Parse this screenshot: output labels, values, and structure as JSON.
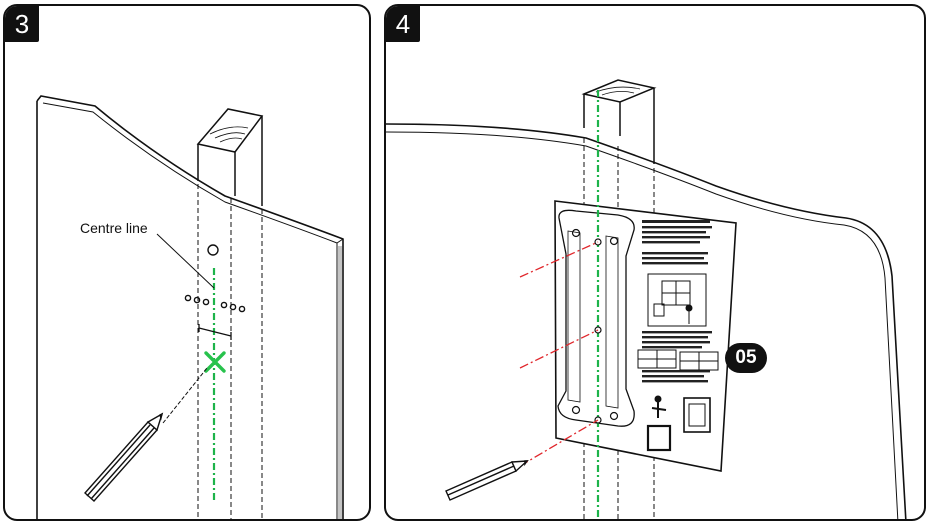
{
  "panels": [
    {
      "step": "3",
      "label": "Centre line"
    },
    {
      "step": "4",
      "badge": "05"
    }
  ],
  "colors": {
    "centre_line": "#1db34a",
    "mark_x": "#27c24c",
    "guide_lines": "#e0262b",
    "outline": "#111111"
  },
  "icons": [
    "pencil-icon",
    "cross-mark-icon",
    "wall-plate-icon"
  ]
}
